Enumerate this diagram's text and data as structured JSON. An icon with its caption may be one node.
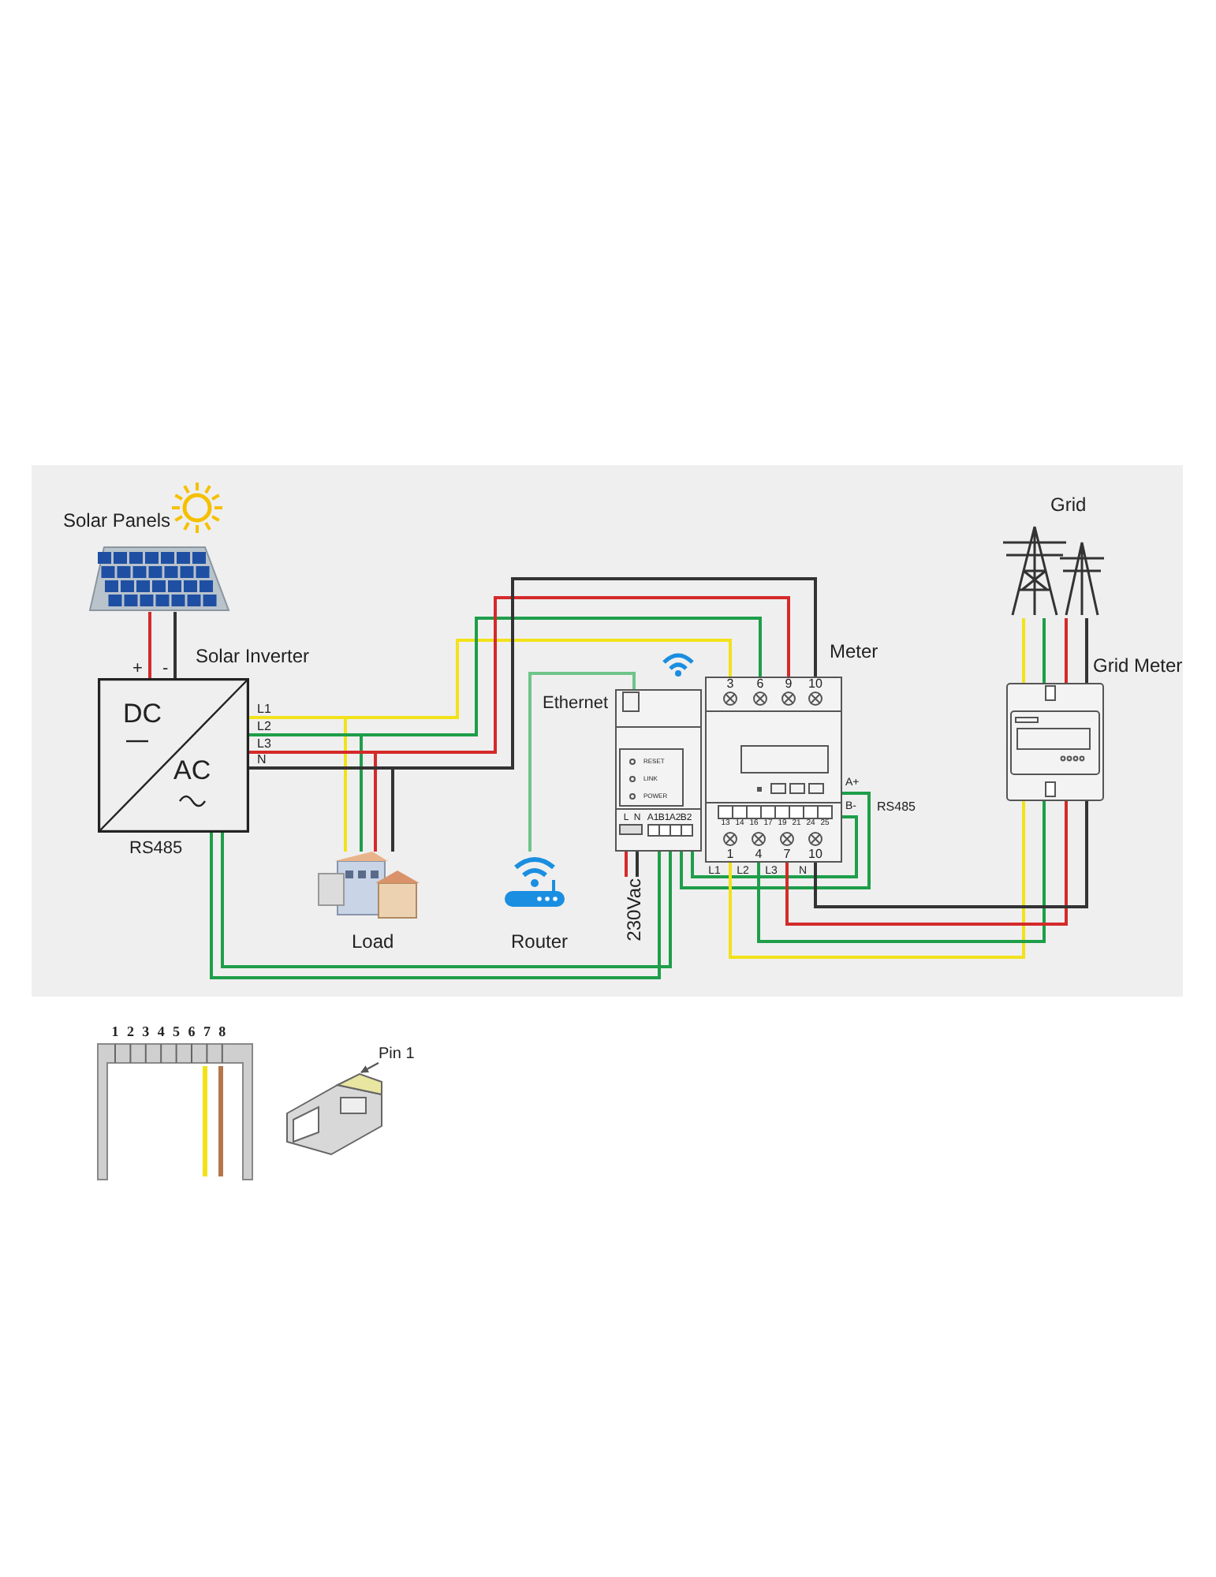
{
  "diagram": {
    "nodes": [
      {
        "text": [
          "Solar Panels"
        ]
      },
      {
        "text": [
          "Solar Inverter",
          "DC",
          "AC",
          "L1",
          "L2",
          "L3",
          "N"
        ],
        "beside": [
          "RS485"
        ]
      },
      {
        "text": [
          "Load"
        ]
      },
      {
        "text": [
          "Router"
        ]
      },
      {
        "text": [
          "RESET",
          "LINK",
          "POWER",
          "L",
          "N",
          "A1",
          "B1",
          "A2",
          "B2"
        ],
        "beside": [
          "Ethernet",
          "230Vac"
        ]
      },
      {
        "text": [
          "Meter",
          "3",
          "6",
          "9",
          "10",
          "13",
          "14",
          "16",
          "17",
          "19",
          "21",
          "24",
          "25",
          "1",
          "4",
          "7",
          "10",
          "L1",
          "L2",
          "L3",
          "N"
        ]
      },
      {
        "text": [
          "Grid"
        ]
      },
      {
        "text": [
          "Grid Meter"
        ]
      },
      {
        "text": [
          "1",
          "2",
          "3",
          "4",
          "5",
          "6",
          "7",
          "8"
        ]
      },
      {
        "text": [
          "Pin 1"
        ]
      },
      {
        "text": [],
        "shape": "picture"
      }
    ],
    "edges": [
      {
        "from": 0,
        "to": 1,
        "arrow": "none",
        "color": "#d42a2a"
      },
      {
        "from": 0,
        "to": 1,
        "arrow": "none",
        "color": "#333333"
      },
      {
        "from": 1,
        "to": 5,
        "arrow": "none",
        "color": "#f2e21a"
      },
      {
        "from": 1,
        "to": 5,
        "arrow": "none",
        "color": "#1e9e4a"
      },
      {
        "from": 1,
        "to": 5,
        "arrow": "none",
        "color": "#d42a2a"
      },
      {
        "from": 1,
        "to": 5,
        "arrow": "none",
        "color": "#333333"
      },
      {
        "from": 1,
        "to": 2,
        "arrow": "none",
        "color": "#f2e21a"
      },
      {
        "from": 1,
        "to": 2,
        "arrow": "none",
        "color": "#1e9e4a"
      },
      {
        "from": 1,
        "to": 2,
        "arrow": "none",
        "color": "#d42a2a"
      },
      {
        "from": 1,
        "to": 2,
        "arrow": "none",
        "color": "#333333"
      },
      {
        "from": 3,
        "to": 4,
        "arrow": "none",
        "color": "#6fc48a"
      },
      {
        "from": 1,
        "to": 4,
        "arrow": "none",
        "color": "#1e9e4a"
      },
      {
        "from": 1,
        "to": 4,
        "arrow": "none",
        "color": "#1e9e4a"
      },
      {
        "from": 4,
        "to": 5,
        "arrow": "none",
        "color": "#1e9e4a"
      },
      {
        "from": 4,
        "to": 5,
        "arrow": "none",
        "color": "#1e9e4a"
      },
      {
        "from": 5,
        "to": 7,
        "arrow": "none",
        "color": "#f2e21a"
      },
      {
        "from": 5,
        "to": 7,
        "arrow": "none",
        "color": "#1e9e4a"
      },
      {
        "from": 5,
        "to": 7,
        "arrow": "none",
        "color": "#d42a2a"
      },
      {
        "from": 5,
        "to": 7,
        "arrow": "none",
        "color": "#333333"
      },
      {
        "from": 6,
        "to": 7,
        "arrow": "none",
        "color": "#f2e21a"
      },
      {
        "from": 6,
        "to": 7,
        "arrow": "none",
        "color": "#1e9e4a"
      },
      {
        "from": 6,
        "to": 7,
        "arrow": "none",
        "color": "#d42a2a"
      },
      {
        "from": 6,
        "to": 7,
        "arrow": "none",
        "color": "#333333"
      },
      {
        "from": 4,
        "to": null,
        "arrow": "none",
        "color": "#d42a2a"
      },
      {
        "from": 4,
        "to": null,
        "arrow": "none",
        "color": "#333333"
      },
      {
        "from": 9,
        "to": 10,
        "arrow": "to",
        "color": "#555555"
      }
    ],
    "labels": [
      "+",
      "-",
      "A+",
      "B-",
      "RS485"
    ]
  }
}
